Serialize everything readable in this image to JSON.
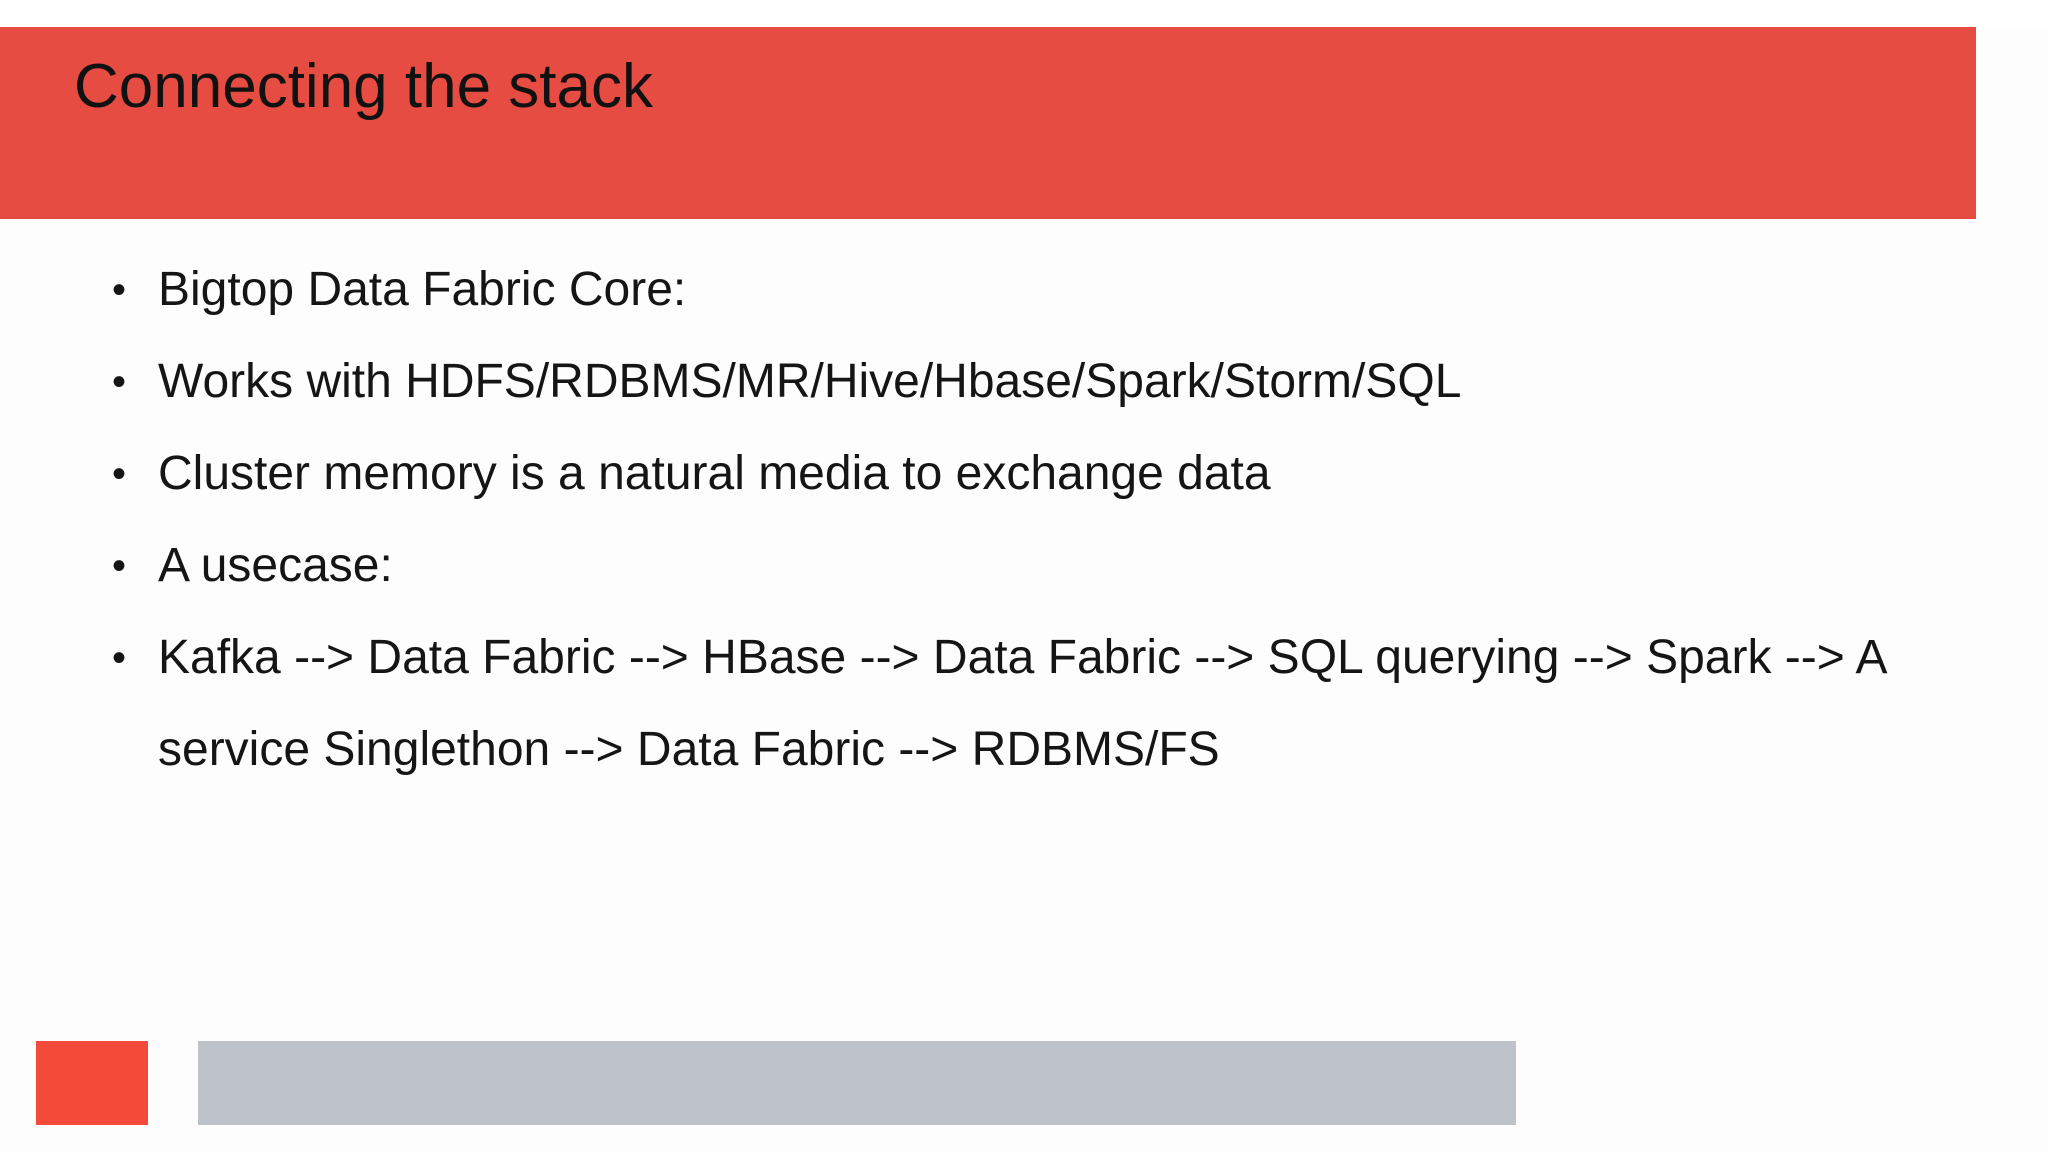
{
  "slide": {
    "title": "Connecting the stack",
    "bullet_glyph": "•",
    "bullets": [
      "Bigtop Data Fabric Core:",
      "Works with HDFS/RDBMS/MR/Hive/Hbase/Spark/Storm/SQL",
      "Cluster memory is a natural media to exchange data",
      "A usecase:",
      "Kafka --> Data Fabric --> HBase --> Data Fabric --> SQL querying --> Spark --> A service Singlethon --> Data Fabric --> RDBMS/FS"
    ]
  },
  "colors": {
    "header": "#e74c42",
    "footer_square": "#f44a3a",
    "footer_bar": "#bec2c9",
    "text": "#151515"
  }
}
